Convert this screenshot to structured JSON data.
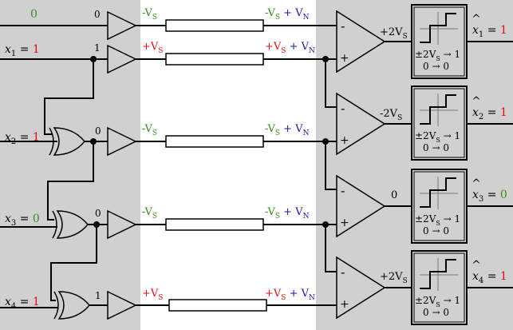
{
  "colors": {
    "panel": "#d0d0d0",
    "green": "#3a8a1a",
    "red": "#dd1111",
    "blue": "#1a1aaa",
    "black": "#000000"
  },
  "inputs": [
    {
      "name": "",
      "value": "0",
      "value_color": "green"
    },
    {
      "name": "x",
      "sub": "1",
      "value": "1",
      "value_color": "red"
    },
    {
      "name": "x",
      "sub": "2",
      "value": "1",
      "value_color": "red"
    },
    {
      "name": "x",
      "sub": "3",
      "value": "0",
      "value_color": "green"
    },
    {
      "name": "x",
      "sub": "4",
      "value": "1",
      "value_color": "red"
    }
  ],
  "gate_outputs": [
    "0",
    "1",
    "0",
    "0",
    "1"
  ],
  "tx_signals": [
    {
      "sign": "-",
      "v": "V",
      "s": "S",
      "color": "green"
    },
    {
      "sign": "+",
      "v": "V",
      "s": "S",
      "color": "red"
    },
    {
      "sign": "-",
      "v": "V",
      "s": "S",
      "color": "green"
    },
    {
      "sign": "-",
      "v": "V",
      "s": "S",
      "color": "green"
    },
    {
      "sign": "+",
      "v": "V",
      "s": "S",
      "color": "red"
    }
  ],
  "rx_signals": [
    {
      "sign": "-",
      "v": "V",
      "s": "S",
      "color": "green",
      "noise": "+ V",
      "noise_sub": "N"
    },
    {
      "sign": "+",
      "v": "V",
      "s": "S",
      "color": "red",
      "noise": "+ V",
      "noise_sub": "N"
    },
    {
      "sign": "-",
      "v": "V",
      "s": "S",
      "color": "green",
      "noise": "+ V",
      "noise_sub": "N"
    },
    {
      "sign": "-",
      "v": "V",
      "s": "S",
      "color": "green",
      "noise": "+ V",
      "noise_sub": "N"
    },
    {
      "sign": "+",
      "v": "V",
      "s": "S",
      "color": "red",
      "noise": "+ V",
      "noise_sub": "N"
    }
  ],
  "amp_outputs": [
    {
      "prefix": "+2V",
      "sub": "S"
    },
    {
      "prefix": "-2V",
      "sub": "S"
    },
    {
      "prefix": "0",
      "sub": ""
    },
    {
      "prefix": "+2V",
      "sub": "S"
    }
  ],
  "opamp_signs": {
    "minus": "-",
    "plus": "+"
  },
  "detector": {
    "rule1_lhs": "±2V",
    "rule1_sub": "S",
    "rule1_rhs": "→ 1",
    "rule2": "0 → 0"
  },
  "outputs": [
    {
      "name": "x",
      "hat": "^",
      "sub": "1",
      "value": "1",
      "value_color": "red"
    },
    {
      "name": "x",
      "hat": "^",
      "sub": "2",
      "value": "1",
      "value_color": "red"
    },
    {
      "name": "x",
      "hat": "^",
      "sub": "3",
      "value": "0",
      "value_color": "green"
    },
    {
      "name": "x",
      "hat": "^",
      "sub": "4",
      "value": "1",
      "value_color": "red"
    }
  ],
  "eq": "="
}
